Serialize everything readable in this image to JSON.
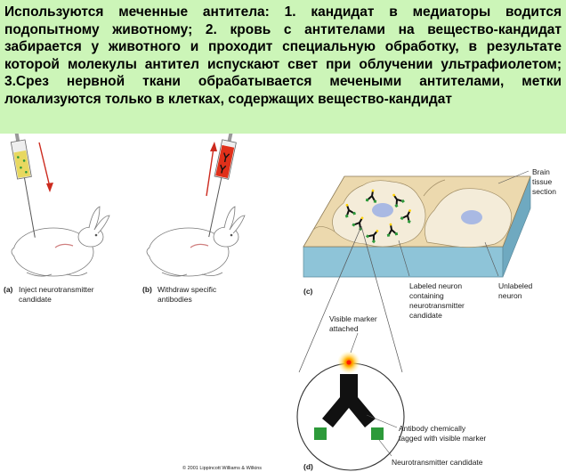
{
  "header": {
    "text": "Используются меченные антитела: 1. кандидат в медиаторы водится подопытному животному; 2. кровь с антителами на вещество-кандидат забирается у животного и проходит специальную обработку, в результате которой молекулы антител испускают свет при облучении ультрафиолетом; 3.Срез нервной ткани обрабатывается мечеными антителами, метки локализуются только в клетках, содержащих вещество-кандидат"
  },
  "panel_a": {
    "letter": "(a)",
    "caption_line1": "Inject neurotransmitter",
    "caption_line2": "candidate"
  },
  "panel_b": {
    "letter": "(b)",
    "caption_line1": "Withdraw specific",
    "caption_line2": "antibodies"
  },
  "panel_c": {
    "letter": "(c)",
    "tissue_label": [
      "Brain",
      "tissue",
      "section"
    ],
    "labeled_neuron": [
      "Labeled neuron",
      "containing",
      "neurotransmitter",
      "candidate"
    ],
    "unlabeled_neuron": [
      "Unlabeled",
      "neuron"
    ]
  },
  "panel_d": {
    "letter": "(d)",
    "marker_label": [
      "Visible marker",
      "attached"
    ],
    "antibody_label": [
      "Antibody chemically",
      "tagged with visible marker"
    ],
    "candidate_label": "Neurotransmitter candidate"
  },
  "copyright": "© 2001 Lippincott Williams & Wilkins",
  "colors": {
    "header_bg": "#ccf5b8",
    "syringe_a_fluid": "#e8d860",
    "syringe_b_fluid": "#e0301a",
    "arrow": "#cc2a1e",
    "tissue_top": "#ecd9ae",
    "tissue_side": "#8ec4d8",
    "neuron": "#f4ecd9",
    "nucleus": "#a9b9e3",
    "antibody": "#1a1a1a",
    "candidate_green": "#2d9a3a"
  }
}
